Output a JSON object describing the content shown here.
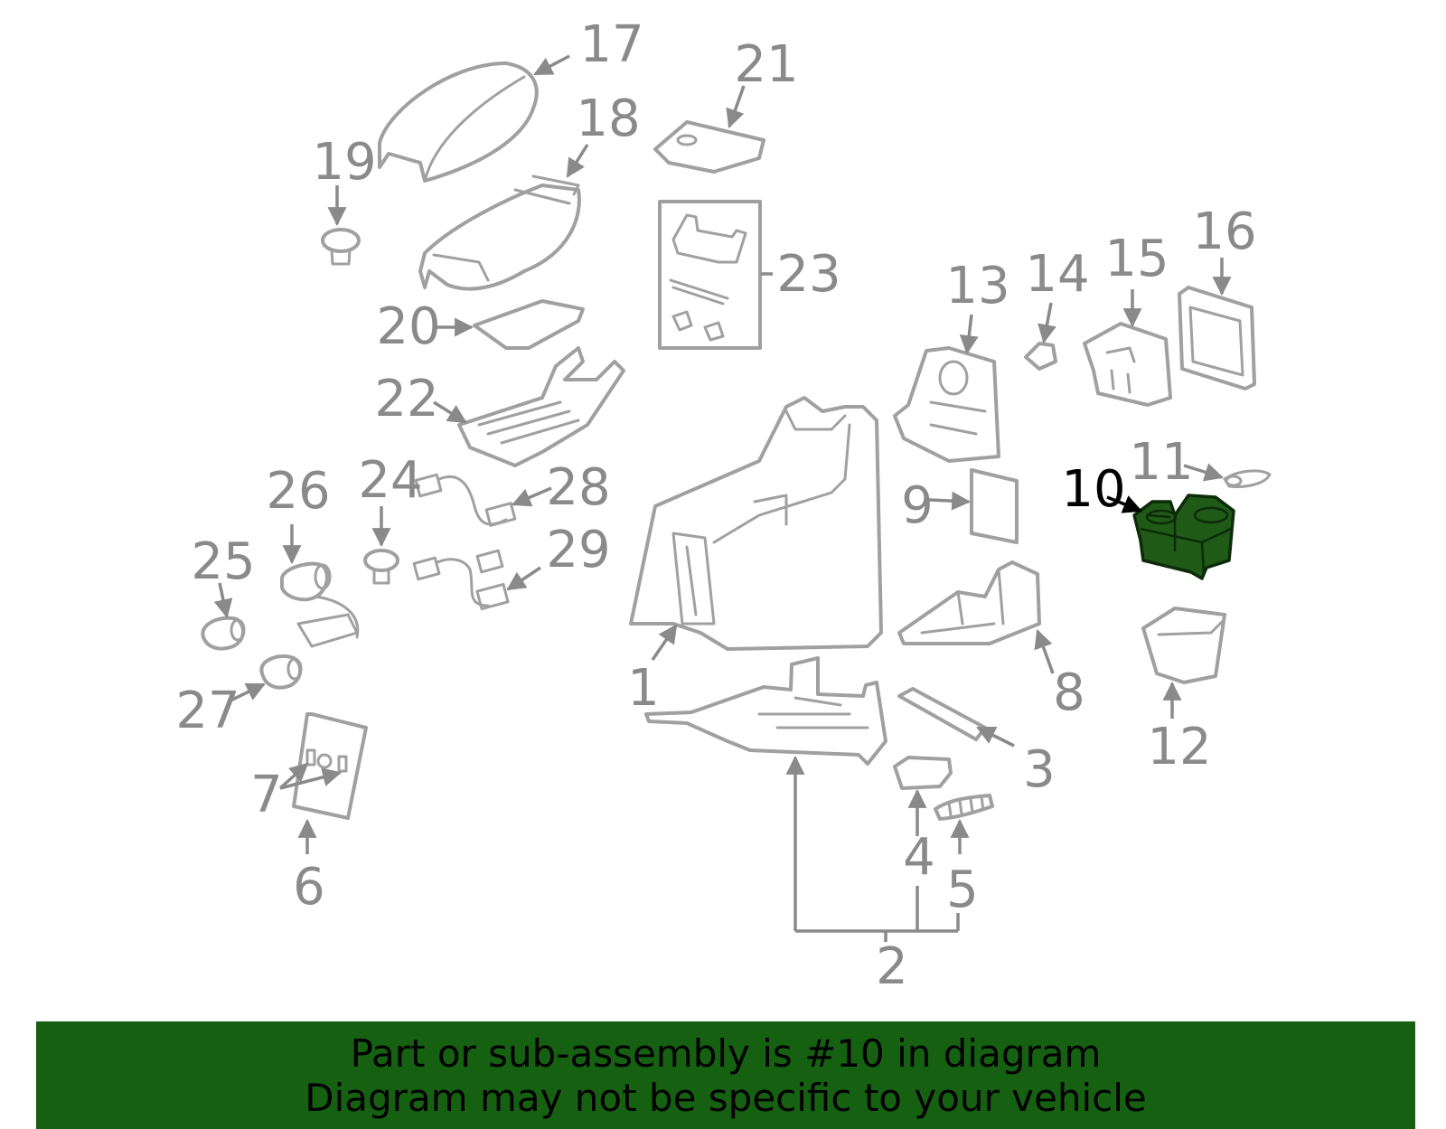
{
  "diagram": {
    "callouts": [
      {
        "id": "1",
        "label": "1"
      },
      {
        "id": "2",
        "label": "2"
      },
      {
        "id": "3",
        "label": "3"
      },
      {
        "id": "4",
        "label": "4"
      },
      {
        "id": "5",
        "label": "5"
      },
      {
        "id": "6",
        "label": "6"
      },
      {
        "id": "7",
        "label": "7"
      },
      {
        "id": "8",
        "label": "8"
      },
      {
        "id": "9",
        "label": "9"
      },
      {
        "id": "10",
        "label": "10",
        "highlighted": true
      },
      {
        "id": "11",
        "label": "11"
      },
      {
        "id": "12",
        "label": "12"
      },
      {
        "id": "13",
        "label": "13"
      },
      {
        "id": "14",
        "label": "14"
      },
      {
        "id": "15",
        "label": "15"
      },
      {
        "id": "16",
        "label": "16"
      },
      {
        "id": "17",
        "label": "17"
      },
      {
        "id": "18",
        "label": "18"
      },
      {
        "id": "19",
        "label": "19"
      },
      {
        "id": "20",
        "label": "20"
      },
      {
        "id": "21",
        "label": "21"
      },
      {
        "id": "22",
        "label": "22"
      },
      {
        "id": "23",
        "label": "23"
      },
      {
        "id": "24",
        "label": "24"
      },
      {
        "id": "25",
        "label": "25"
      },
      {
        "id": "26",
        "label": "26"
      },
      {
        "id": "27",
        "label": "27"
      },
      {
        "id": "28",
        "label": "28"
      },
      {
        "id": "29",
        "label": "29"
      }
    ],
    "colors": {
      "line_art": "#a0a0a0",
      "callout_text": "#8a8a8a",
      "highlight_fill": "#1f5a17",
      "highlight_text": "#000000"
    }
  },
  "banner": {
    "line1": "Part or sub-assembly is #10 in diagram",
    "line2": "Diagram may not be specific to your vehicle",
    "background": "#166012"
  }
}
